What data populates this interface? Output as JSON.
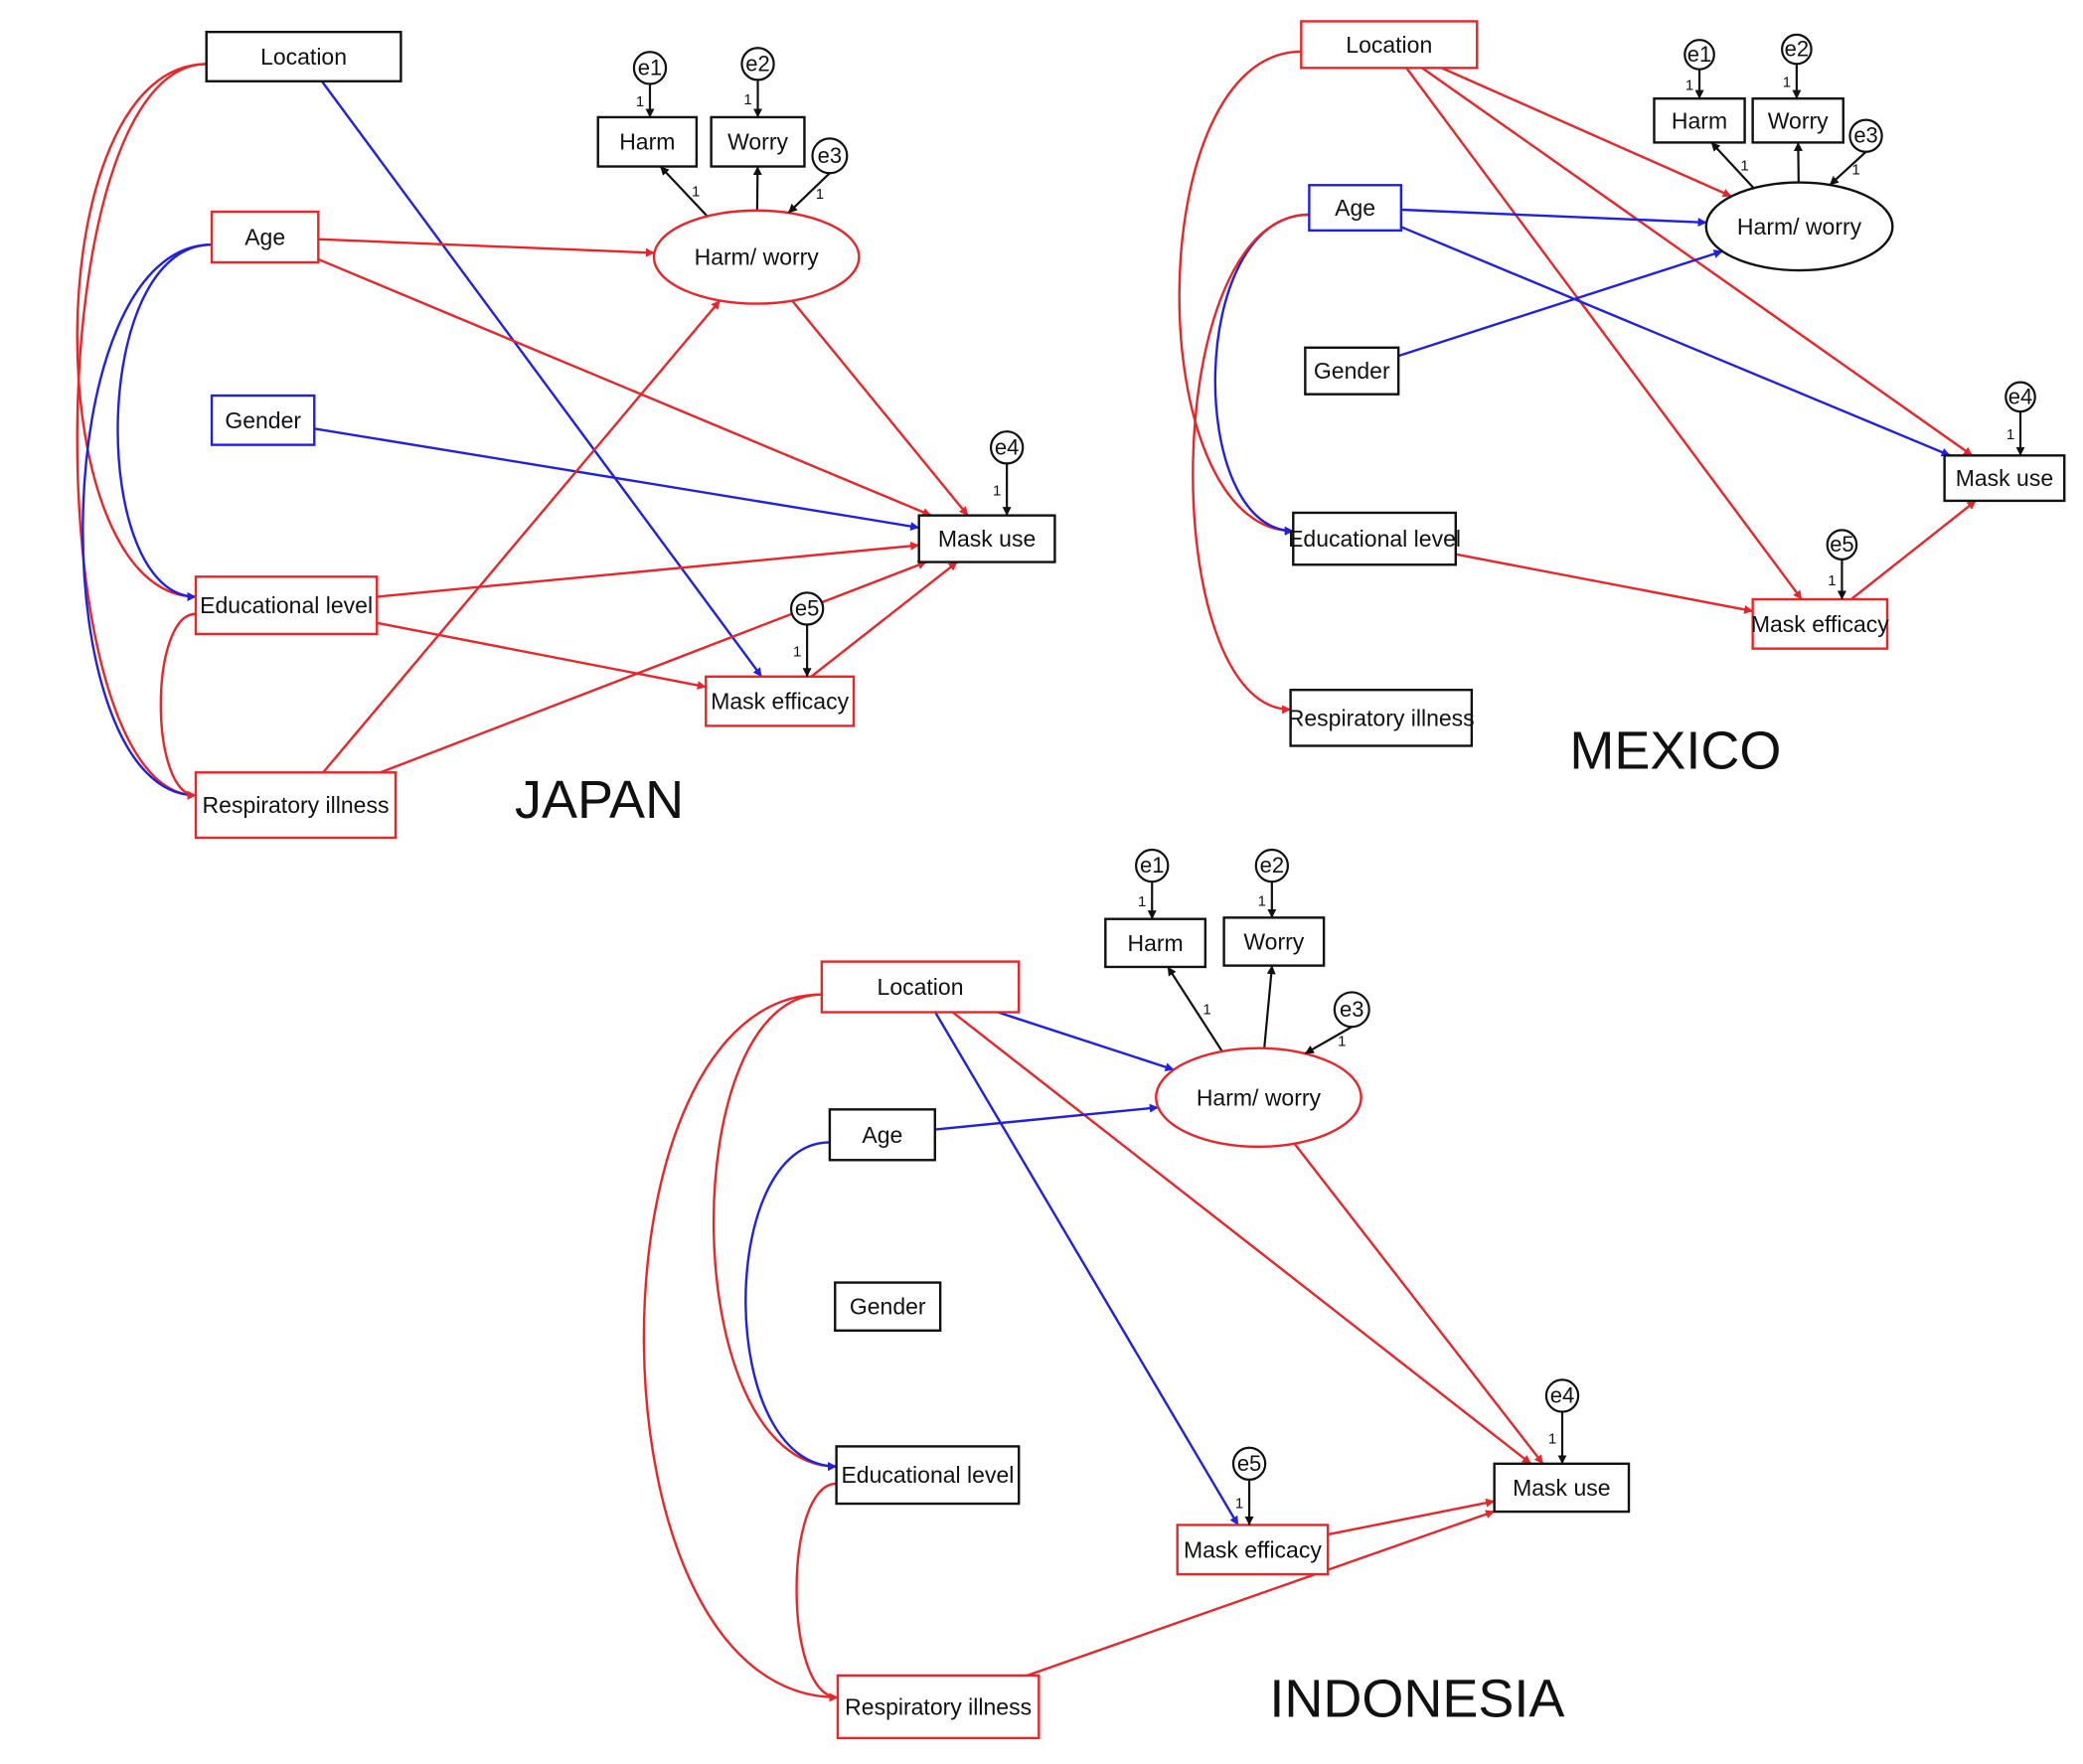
{
  "colors": {
    "positive": "#e8262a",
    "negative": "#2020e0",
    "neutral": "#111111"
  },
  "legend_note": "",
  "panels": [
    {
      "id": "japan",
      "title": "JAPAN",
      "nodes": [
        {
          "id": "location",
          "label": "Location",
          "shape": "rect",
          "color": "neutral"
        },
        {
          "id": "age",
          "label": "Age",
          "shape": "rect",
          "color": "positive"
        },
        {
          "id": "gender",
          "label": "Gender",
          "shape": "rect",
          "color": "negative"
        },
        {
          "id": "educ",
          "label": "Educational level",
          "shape": "rect",
          "color": "positive"
        },
        {
          "id": "resp",
          "label": "Respiratory illness",
          "shape": "rect",
          "color": "positive"
        },
        {
          "id": "harm",
          "label": "Harm",
          "shape": "rect",
          "color": "neutral"
        },
        {
          "id": "worry",
          "label": "Worry",
          "shape": "rect",
          "color": "neutral"
        },
        {
          "id": "hw",
          "label": "Harm/ worry",
          "shape": "ellipse",
          "color": "positive"
        },
        {
          "id": "maskuse",
          "label": "Mask use",
          "shape": "rect",
          "color": "neutral"
        },
        {
          "id": "maskeff",
          "label": "Mask efficacy",
          "shape": "rect",
          "color": "positive"
        }
      ],
      "errors": [
        {
          "id": "e1",
          "label": "e1",
          "weight": "1",
          "target": "harm"
        },
        {
          "id": "e2",
          "label": "e2",
          "weight": "1",
          "target": "worry"
        },
        {
          "id": "e3",
          "label": "e3",
          "weight": "1",
          "target": "hw"
        },
        {
          "id": "e4",
          "label": "e4",
          "weight": "1",
          "target": "maskuse"
        },
        {
          "id": "e5",
          "label": "e5",
          "weight": "1",
          "target": "maskeff"
        }
      ],
      "loadings": [
        {
          "from": "hw",
          "to": "harm",
          "weight": "1"
        },
        {
          "from": "hw",
          "to": "worry",
          "weight": ""
        }
      ],
      "paths": [
        {
          "from": "location",
          "to": "maskeff",
          "color": "negative"
        },
        {
          "from": "age",
          "to": "hw",
          "color": "positive"
        },
        {
          "from": "age",
          "to": "maskuse",
          "color": "positive"
        },
        {
          "from": "gender",
          "to": "maskuse",
          "color": "negative"
        },
        {
          "from": "hw",
          "to": "maskuse",
          "color": "positive"
        },
        {
          "from": "educ",
          "to": "maskuse",
          "color": "positive"
        },
        {
          "from": "educ",
          "to": "maskeff",
          "color": "positive"
        },
        {
          "from": "resp",
          "to": "hw",
          "color": "positive"
        },
        {
          "from": "resp",
          "to": "maskuse",
          "color": "positive"
        },
        {
          "from": "maskeff",
          "to": "maskuse",
          "color": "positive"
        }
      ],
      "covariances": [
        {
          "a": "location",
          "b": "educ",
          "color": "positive"
        },
        {
          "a": "location",
          "b": "resp",
          "color": "positive"
        },
        {
          "a": "age",
          "b": "educ",
          "color": "negative"
        },
        {
          "a": "age",
          "b": "resp",
          "color": "negative"
        },
        {
          "a": "educ",
          "b": "resp",
          "color": "positive"
        }
      ]
    },
    {
      "id": "mexico",
      "title": "MEXICO",
      "nodes": [
        {
          "id": "location",
          "label": "Location",
          "shape": "rect",
          "color": "positive"
        },
        {
          "id": "age",
          "label": "Age",
          "shape": "rect",
          "color": "negative"
        },
        {
          "id": "gender",
          "label": "Gender",
          "shape": "rect",
          "color": "neutral"
        },
        {
          "id": "educ",
          "label": "Educational level",
          "shape": "rect",
          "color": "neutral"
        },
        {
          "id": "resp",
          "label": "Respiratory illness",
          "shape": "rect",
          "color": "neutral"
        },
        {
          "id": "harm",
          "label": "Harm",
          "shape": "rect",
          "color": "neutral"
        },
        {
          "id": "worry",
          "label": "Worry",
          "shape": "rect",
          "color": "neutral"
        },
        {
          "id": "hw",
          "label": "Harm/ worry",
          "shape": "ellipse",
          "color": "neutral"
        },
        {
          "id": "maskuse",
          "label": "Mask use",
          "shape": "rect",
          "color": "neutral"
        },
        {
          "id": "maskeff",
          "label": "Mask efficacy",
          "shape": "rect",
          "color": "positive"
        }
      ],
      "errors": [
        {
          "id": "e1",
          "label": "e1",
          "weight": "1",
          "target": "harm"
        },
        {
          "id": "e2",
          "label": "e2",
          "weight": "1",
          "target": "worry"
        },
        {
          "id": "e3",
          "label": "e3",
          "weight": "1",
          "target": "hw"
        },
        {
          "id": "e4",
          "label": "e4",
          "weight": "1",
          "target": "maskuse"
        },
        {
          "id": "e5",
          "label": "e5",
          "weight": "1",
          "target": "maskeff"
        }
      ],
      "loadings": [
        {
          "from": "hw",
          "to": "harm",
          "weight": "1"
        },
        {
          "from": "hw",
          "to": "worry",
          "weight": ""
        }
      ],
      "paths": [
        {
          "from": "location",
          "to": "hw",
          "color": "positive"
        },
        {
          "from": "location",
          "to": "maskuse",
          "color": "positive"
        },
        {
          "from": "location",
          "to": "maskeff",
          "color": "positive"
        },
        {
          "from": "age",
          "to": "hw",
          "color": "negative"
        },
        {
          "from": "age",
          "to": "maskuse",
          "color": "negative"
        },
        {
          "from": "gender",
          "to": "hw",
          "color": "negative"
        },
        {
          "from": "educ",
          "to": "maskeff",
          "color": "positive"
        },
        {
          "from": "maskeff",
          "to": "maskuse",
          "color": "positive"
        }
      ],
      "covariances": [
        {
          "a": "location",
          "b": "educ",
          "color": "positive"
        },
        {
          "a": "age",
          "b": "educ",
          "color": "negative"
        },
        {
          "a": "age",
          "b": "resp",
          "color": "positive"
        }
      ]
    },
    {
      "id": "indonesia",
      "title": "INDONESIA",
      "nodes": [
        {
          "id": "location",
          "label": "Location",
          "shape": "rect",
          "color": "positive"
        },
        {
          "id": "age",
          "label": "Age",
          "shape": "rect",
          "color": "neutral"
        },
        {
          "id": "gender",
          "label": "Gender",
          "shape": "rect",
          "color": "neutral"
        },
        {
          "id": "educ",
          "label": "Educational level",
          "shape": "rect",
          "color": "neutral"
        },
        {
          "id": "resp",
          "label": "Respiratory illness",
          "shape": "rect",
          "color": "positive"
        },
        {
          "id": "harm",
          "label": "Harm",
          "shape": "rect",
          "color": "neutral"
        },
        {
          "id": "worry",
          "label": "Worry",
          "shape": "rect",
          "color": "neutral"
        },
        {
          "id": "hw",
          "label": "Harm/ worry",
          "shape": "ellipse",
          "color": "positive"
        },
        {
          "id": "maskuse",
          "label": "Mask use",
          "shape": "rect",
          "color": "neutral"
        },
        {
          "id": "maskeff",
          "label": "Mask efficacy",
          "shape": "rect",
          "color": "positive"
        }
      ],
      "errors": [
        {
          "id": "e1",
          "label": "e1",
          "weight": "1",
          "target": "harm"
        },
        {
          "id": "e2",
          "label": "e2",
          "weight": "1",
          "target": "worry"
        },
        {
          "id": "e3",
          "label": "e3",
          "weight": "1",
          "target": "hw"
        },
        {
          "id": "e4",
          "label": "e4",
          "weight": "1",
          "target": "maskuse"
        },
        {
          "id": "e5",
          "label": "e5",
          "weight": "1",
          "target": "maskeff"
        }
      ],
      "loadings": [
        {
          "from": "hw",
          "to": "harm",
          "weight": "1"
        },
        {
          "from": "hw",
          "to": "worry",
          "weight": ""
        }
      ],
      "paths": [
        {
          "from": "location",
          "to": "hw",
          "color": "negative"
        },
        {
          "from": "location",
          "to": "maskeff",
          "color": "negative"
        },
        {
          "from": "location",
          "to": "maskuse",
          "color": "positive"
        },
        {
          "from": "age",
          "to": "hw",
          "color": "negative"
        },
        {
          "from": "hw",
          "to": "maskuse",
          "color": "positive"
        },
        {
          "from": "maskeff",
          "to": "maskuse",
          "color": "positive"
        },
        {
          "from": "resp",
          "to": "maskuse",
          "color": "positive"
        }
      ],
      "covariances": [
        {
          "a": "location",
          "b": "educ",
          "color": "positive"
        },
        {
          "a": "location",
          "b": "resp",
          "color": "positive"
        },
        {
          "a": "age",
          "b": "educ",
          "color": "negative"
        },
        {
          "a": "educ",
          "b": "resp",
          "color": "positive"
        }
      ]
    }
  ]
}
